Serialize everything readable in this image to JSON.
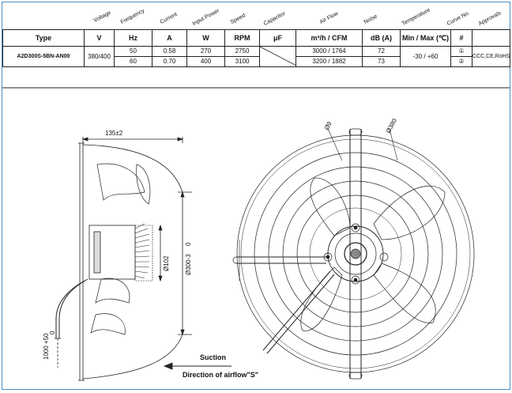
{
  "header": {
    "voltage": "Voltage",
    "frequency": "Frequency",
    "current": "Current",
    "input_power": "Input Power",
    "speed": "Speed",
    "capacitor": "Capacitor",
    "air_flow": "Air Flow",
    "noise": "Noise",
    "temperature": "Temperature",
    "curve_no": "Curve No.",
    "approvals": "Approvals"
  },
  "units": {
    "type": "Type",
    "voltage": "V",
    "frequency": "Hz",
    "current": "A",
    "power": "W",
    "speed": "RPM",
    "capacitor": "μF",
    "airflow": "m³/h  /  CFM",
    "noise": "dB (A)",
    "temperature": "Min / Max (℃)",
    "curve": "#"
  },
  "model": {
    "type": "A2D300S-5BN-AN00",
    "voltage": "380/400",
    "temperature": "-30 / +60",
    "approvals": "CCC,CE,RoHS"
  },
  "rows": [
    {
      "frequency": "50",
      "current": "0.58",
      "power": "270",
      "speed": "2750",
      "airflow": "3000  /  1764",
      "noise": "72",
      "curve": "①"
    },
    {
      "frequency": "60",
      "current": "0.70",
      "power": "400",
      "speed": "3100",
      "airflow": "3200  /  1882",
      "noise": "73",
      "curve": "②"
    }
  ],
  "drawing": {
    "dim_depth": "135±2",
    "dim_hub": "Ø102",
    "dim_outer": "Ø300-3",
    "dim_zero": "0",
    "dim_cable": "1000 +50",
    "dim_cable_zero": "0",
    "dim_hole": "Ø9",
    "dim_guard": "Ø380",
    "suction": "Suction",
    "airflow_direction": "Direction of airflow\"S\""
  }
}
